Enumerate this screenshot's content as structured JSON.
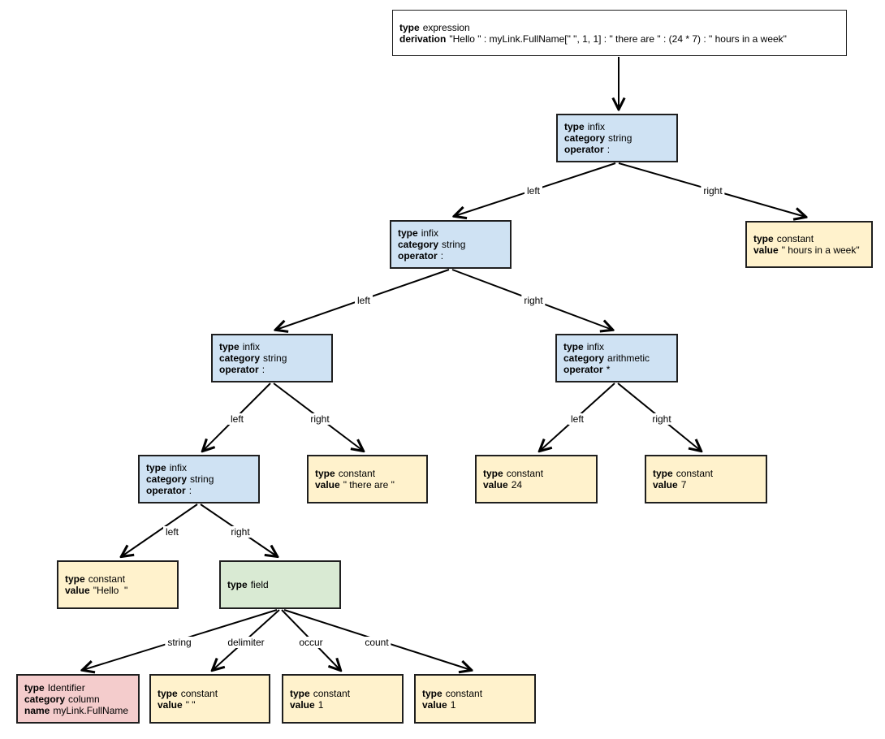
{
  "diagram": {
    "kind": "expression-parse-tree",
    "colors": {
      "infix_fill": "#cfe2f3",
      "constant_fill": "#fff2cc",
      "field_fill": "#d9ead3",
      "identifier_fill": "#f4cccc",
      "expression_fill": "#ffffff",
      "border": "#1f1f1f",
      "edge_line": "#000000"
    }
  },
  "nodes": {
    "expression": {
      "lines": [
        {
          "k": "type",
          "v": "expression"
        },
        {
          "k": "derivation",
          "v": "\"Hello \" : myLink.FullName[\" \", 1, 1] : \" there are \" : (24 * 7) : \" hours in a week\""
        }
      ]
    },
    "root_infix": {
      "lines": [
        {
          "k": "type",
          "v": "infix"
        },
        {
          "k": "category",
          "v": "string"
        },
        {
          "k": "operator",
          "v": ":"
        }
      ]
    },
    "infix_string_2": {
      "lines": [
        {
          "k": "type",
          "v": "infix"
        },
        {
          "k": "category",
          "v": "string"
        },
        {
          "k": "operator",
          "v": ":"
        }
      ]
    },
    "constant_hours": {
      "lines": [
        {
          "k": "type",
          "v": "constant"
        },
        {
          "k": "value",
          "v": "\" hours in a week\""
        }
      ]
    },
    "infix_string_3": {
      "lines": [
        {
          "k": "type",
          "v": "infix"
        },
        {
          "k": "category",
          "v": "string"
        },
        {
          "k": "operator",
          "v": ":"
        }
      ]
    },
    "infix_arithmetic": {
      "lines": [
        {
          "k": "type",
          "v": "infix"
        },
        {
          "k": "category",
          "v": "arithmetic"
        },
        {
          "k": "operator",
          "v": "*"
        }
      ]
    },
    "infix_string_4": {
      "lines": [
        {
          "k": "type",
          "v": "infix"
        },
        {
          "k": "category",
          "v": "string"
        },
        {
          "k": "operator",
          "v": ":"
        }
      ]
    },
    "constant_there_are": {
      "lines": [
        {
          "k": "type",
          "v": "constant"
        },
        {
          "k": "value",
          "v": "\" there are \""
        }
      ]
    },
    "constant_24": {
      "lines": [
        {
          "k": "type",
          "v": "constant"
        },
        {
          "k": "value",
          "v": "24"
        }
      ]
    },
    "constant_7": {
      "lines": [
        {
          "k": "type",
          "v": "constant"
        },
        {
          "k": "value",
          "v": "7"
        }
      ]
    },
    "constant_hello": {
      "lines": [
        {
          "k": "type",
          "v": "constant"
        },
        {
          "k": "value",
          "v": "\"Hello  \""
        }
      ]
    },
    "field": {
      "lines": [
        {
          "k": "type",
          "v": "field"
        }
      ]
    },
    "identifier": {
      "lines": [
        {
          "k": "type",
          "v": "Identifier"
        },
        {
          "k": "category",
          "v": "column"
        },
        {
          "k": "name",
          "v": "myLink.FullName"
        }
      ]
    },
    "constant_delimiter": {
      "lines": [
        {
          "k": "type",
          "v": "constant"
        },
        {
          "k": "value",
          "v": "\" \""
        }
      ]
    },
    "constant_occur": {
      "lines": [
        {
          "k": "type",
          "v": "constant"
        },
        {
          "k": "value",
          "v": "1"
        }
      ]
    },
    "constant_count": {
      "lines": [
        {
          "k": "type",
          "v": "constant"
        },
        {
          "k": "value",
          "v": "1"
        }
      ]
    }
  },
  "edge_labels": {
    "root_left": "left",
    "root_right": "right",
    "string2_left": "left",
    "string2_right": "right",
    "string3_left": "left",
    "string3_right": "right",
    "arith_left": "left",
    "arith_right": "right",
    "string4_left": "left",
    "string4_right": "right",
    "field_string": "string",
    "field_delimiter": "delimiter",
    "field_occur": "occur",
    "field_count": "count"
  }
}
